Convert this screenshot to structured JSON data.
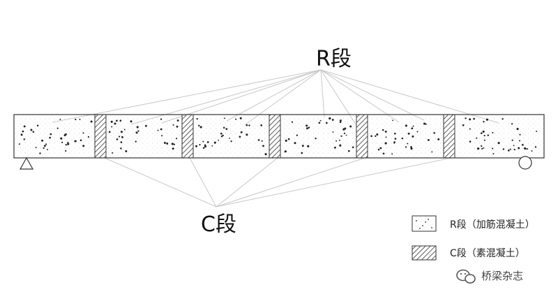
{
  "diagram": {
    "label_r": "R段",
    "label_c": "C段",
    "segments": [
      "R",
      "C",
      "R",
      "C",
      "R",
      "C",
      "R",
      "C",
      "R",
      "C",
      "R"
    ],
    "colors": {
      "stroke": "#333333",
      "leader": "#c8c8c8",
      "fill": "#ffffff",
      "hatch": "#333333",
      "dot": "#222222"
    }
  },
  "legend": {
    "items": [
      {
        "key": "R",
        "label": "R段（加筋混凝土）"
      },
      {
        "key": "C",
        "label": "C段（素混凝土）"
      }
    ]
  },
  "watermark": {
    "text": "桥梁杂志",
    "icon": "wechat-icon"
  }
}
